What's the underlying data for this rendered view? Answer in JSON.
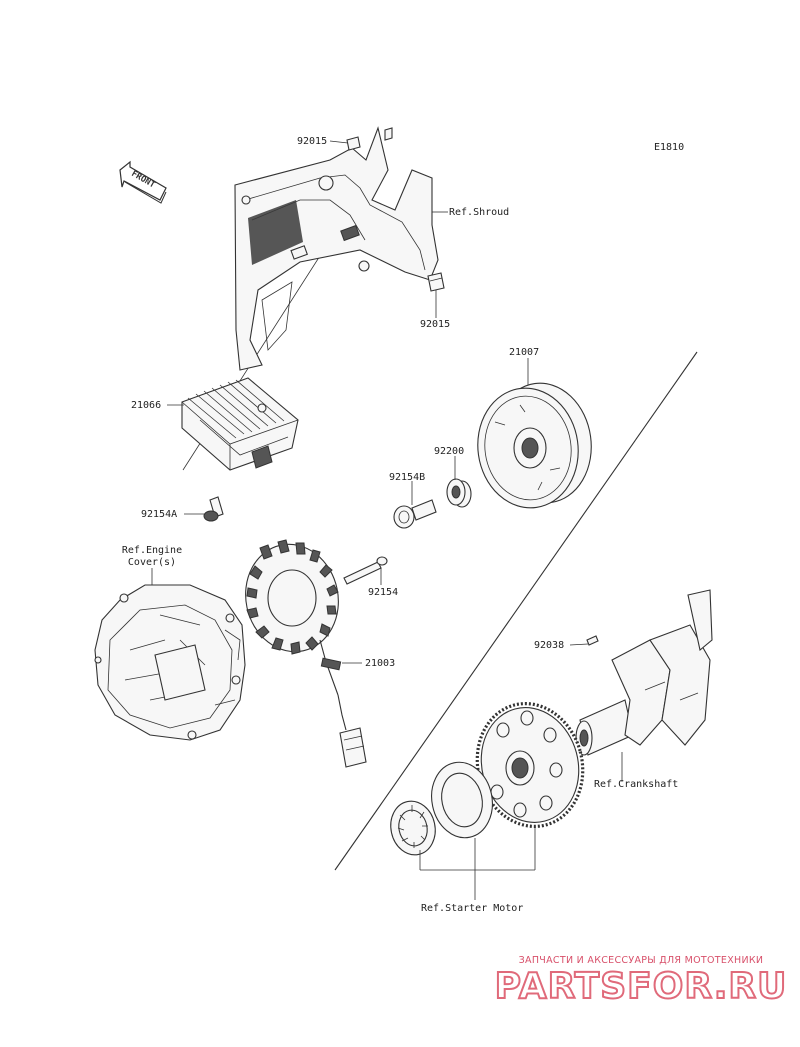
{
  "diagram_code": "E1810",
  "front_label": "FRONT",
  "labels": {
    "p92015_top": "92015",
    "p92015_bottom": "92015",
    "ref_shroud": "Ref.Shroud",
    "p21007": "21007",
    "p21066": "21066",
    "p92200": "92200",
    "p92154b": "92154B",
    "p92154a": "92154A",
    "ref_engine_cover_line1": "Ref.Engine",
    "ref_engine_cover_line2": "Cover(s)",
    "p92154": "92154",
    "p21003": "21003",
    "p92038": "92038",
    "ref_crankshaft": "Ref.Crankshaft",
    "ref_starter_motor": "Ref.Starter Motor"
  },
  "watermark": {
    "tagline": "ЗАПЧАСТИ И АКСЕССУАРЫ ДЛЯ МОТОТЕХНИКИ",
    "logo": "PARTSFOR.RU",
    "color": "#e06a7a"
  }
}
